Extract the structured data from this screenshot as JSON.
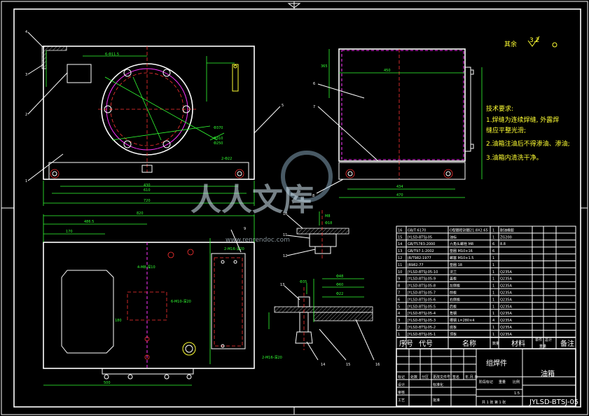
{
  "roughness": {
    "label": "其余",
    "value": "3.2"
  },
  "tech_req": {
    "title": "技术要求:",
    "items": [
      "1.焊缝为连续焊缝, 外露焊",
      "   缝应平整光滑;",
      "2.油箱注油后不得渗油、渗油;",
      "3.油箱内清洗干净。"
    ]
  },
  "balloons": [
    "4",
    "3",
    "2",
    "1",
    "5",
    "6",
    "7",
    "8",
    "9",
    "10",
    "11",
    "12",
    "13",
    "14",
    "15",
    "16"
  ],
  "dims": {
    "front": [
      "430",
      "610",
      "720",
      "Φ370",
      "Φ310",
      "Φ250",
      "6-Φ11.5",
      "2-Φ22"
    ],
    "side": [
      "365",
      "450",
      "434",
      "470"
    ],
    "plan": [
      "820",
      "486.5",
      "170",
      "180",
      "4-M8-深10",
      "6-M10-深20",
      "2-M16-深20",
      "500",
      "2-M16-深20"
    ],
    "detail": [
      "Φ48",
      "M8",
      "Φ60",
      "Φ22",
      "Φ18",
      "Φ35"
    ]
  },
  "bom": {
    "rows": [
      {
        "no": "16",
        "code": "GB/T 6170",
        "name": "O型圈密封圈21.8X2.65",
        "qty": "1",
        "mat": "耐油橡胶"
      },
      {
        "no": "15",
        "code": "JYLSD-BTSJ-05",
        "name": "油标",
        "qty": "1",
        "mat": "ZG200"
      },
      {
        "no": "14",
        "code": "GB/T5783-2000",
        "name": "六角头螺栓 M8",
        "qty": "6",
        "mat": "8.8"
      },
      {
        "no": "13",
        "code": "GB/T97.1-2002",
        "name": "垫圈 M10×16",
        "qty": "6",
        "mat": ""
      },
      {
        "no": "12",
        "code": "JB/T982-1977",
        "name": "螺塞 M10×1.5",
        "qty": "1",
        "mat": ""
      },
      {
        "no": "11",
        "code": "JB982-77",
        "name": "垫圈 18",
        "qty": "1",
        "mat": ""
      },
      {
        "no": "10",
        "code": "JYLSD-BTSJ-05-10",
        "name": "法兰",
        "qty": "1",
        "mat": "Q235A"
      },
      {
        "no": "9",
        "code": "JYLSD-BTSJ-05-9",
        "name": "盖板",
        "qty": "1",
        "mat": "Q235A"
      },
      {
        "no": "8",
        "code": "JYLSD-BTSJ-05-8",
        "name": "左侧板",
        "qty": "1",
        "mat": "Q235A"
      },
      {
        "no": "7",
        "code": "JYLSD-BTSJ-05-7",
        "name": "前板",
        "qty": "1",
        "mat": "Q235A"
      },
      {
        "no": "6",
        "code": "JYLSD-BTSJ-05-6",
        "name": "右侧板",
        "qty": "1",
        "mat": "Q235A"
      },
      {
        "no": "5",
        "code": "JYLSD-BTSJ-05-5",
        "name": "后板",
        "qty": "1",
        "mat": "Q235A"
      },
      {
        "no": "4",
        "code": "JYLSD-BTSJ-05-4",
        "name": "角钢",
        "qty": "1",
        "mat": "Q235A"
      },
      {
        "no": "3",
        "code": "JYLSD-BTSJ-05-3",
        "name": "槽钢 L=280×4",
        "qty": "4",
        "mat": "Q235A"
      },
      {
        "no": "2",
        "code": "JYLSD-BTSJ-05-2",
        "name": "底板",
        "qty": "1",
        "mat": "Q235A"
      },
      {
        "no": "1",
        "code": "JYLSD-BTSJ-05-1",
        "name": "顶板",
        "qty": "1",
        "mat": "Q235A"
      }
    ],
    "header": {
      "no": "序号",
      "code": "代号",
      "name": "名称",
      "qty": "数量",
      "mat": "材料",
      "unit_w": "单件",
      "total_w": "总计",
      "w_label": "重量",
      "remark": "备注"
    }
  },
  "title_block": {
    "kind": "组焊件",
    "name": "油箱",
    "drawing_no": "JYLSD-BTSJ-05",
    "scale": "1:5",
    "sheet": "共 1 张 第 1 张",
    "rows": [
      "标记",
      "处数",
      "分区",
      "更改文件号",
      "签名",
      "年.月.日"
    ],
    "roles": [
      "设计",
      "审核",
      "工艺",
      "标准化",
      "批准"
    ],
    "stage_label": "阶段标记",
    "weight_label": "重量",
    "scale_label": "比例"
  },
  "watermark": {
    "text": "人人文库",
    "url": "www.renrendoc.com"
  }
}
